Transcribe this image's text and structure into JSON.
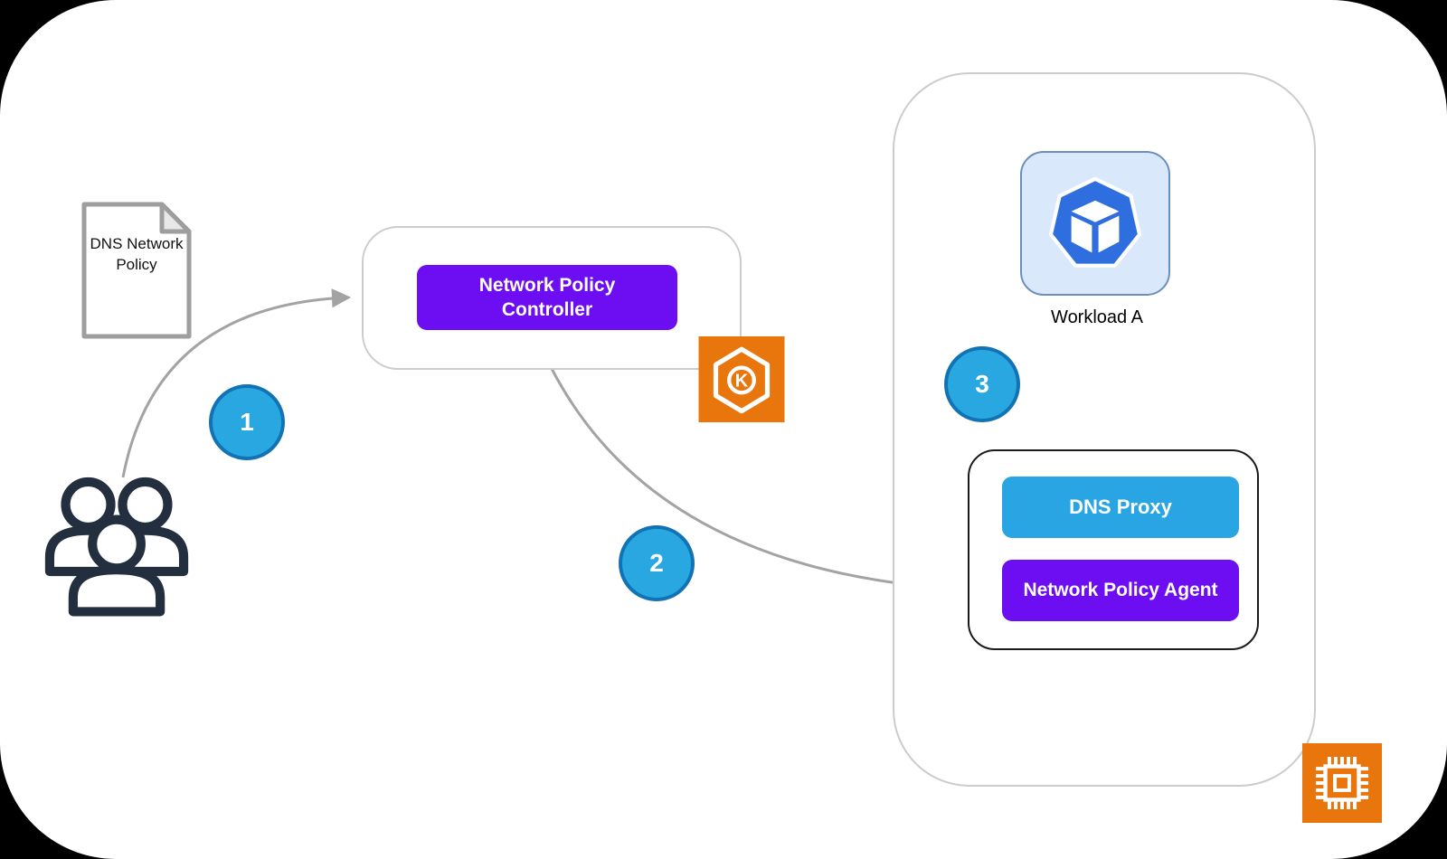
{
  "diagram": {
    "document": {
      "label": "DNS Network Policy"
    },
    "controller": {
      "label": "Network Policy Controller"
    },
    "workload": {
      "label": "Workload A"
    },
    "pod": {
      "dns_proxy_label": "DNS Proxy",
      "agent_label": "Network Policy Agent"
    },
    "steps": {
      "one": "1",
      "two": "2",
      "three": "3"
    },
    "eks_letter": "K"
  },
  "icons": {
    "document": "document-icon",
    "users": "users-icon",
    "eks": "eks-kubernetes-icon",
    "workload": "workload-pod-cube-icon",
    "chip": "ec2-instance-chip-icon"
  },
  "colors": {
    "purple": "#6D0EF2",
    "blue": "#29A5E3",
    "step_fill": "#29A7E0",
    "step_border": "#1273B4",
    "orange": "#E8760D",
    "arrow_gray": "#A3A3A3",
    "dashed_orange": "#F5A55A",
    "workload_bg": "#DAE8FC",
    "workload_border": "#6C8EBF",
    "heptagon_blue": "#2E6EDE",
    "people_stroke": "#232F3E",
    "container_border": "#CCCCCC",
    "pod_border": "#1A1A1A"
  }
}
